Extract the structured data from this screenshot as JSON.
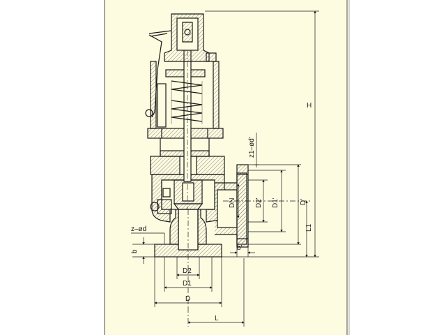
{
  "drawing": {
    "colors": {
      "paper": "#fdfbe0",
      "line": "#1a1a1a",
      "frame": "#6b6b6b",
      "hatch": "#6a6a6a",
      "background": "#ffffff"
    },
    "labels": {
      "H": "H",
      "L1": "L1",
      "L": "L",
      "D": "D",
      "D1": "D1",
      "D2": "D2",
      "DN": "DN",
      "D_prime": "D'",
      "D1_prime": "D1'",
      "D2_prime": "D2'",
      "b": "b",
      "b_prime": "b'",
      "z_d": "z–ød",
      "z1_d": "z1–ød'"
    }
  }
}
